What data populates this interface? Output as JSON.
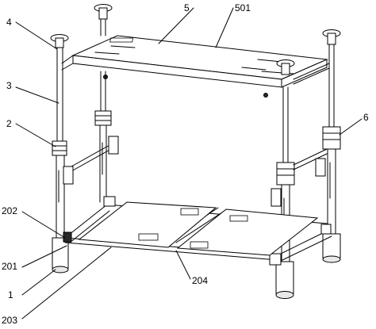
{
  "labels": {
    "l5": "5",
    "l501": "501",
    "l4": "4",
    "l3": "3",
    "l2": "2",
    "l6": "6",
    "l202": "202",
    "l201": "201",
    "l1": "1",
    "l203": "203",
    "l204": "204"
  }
}
